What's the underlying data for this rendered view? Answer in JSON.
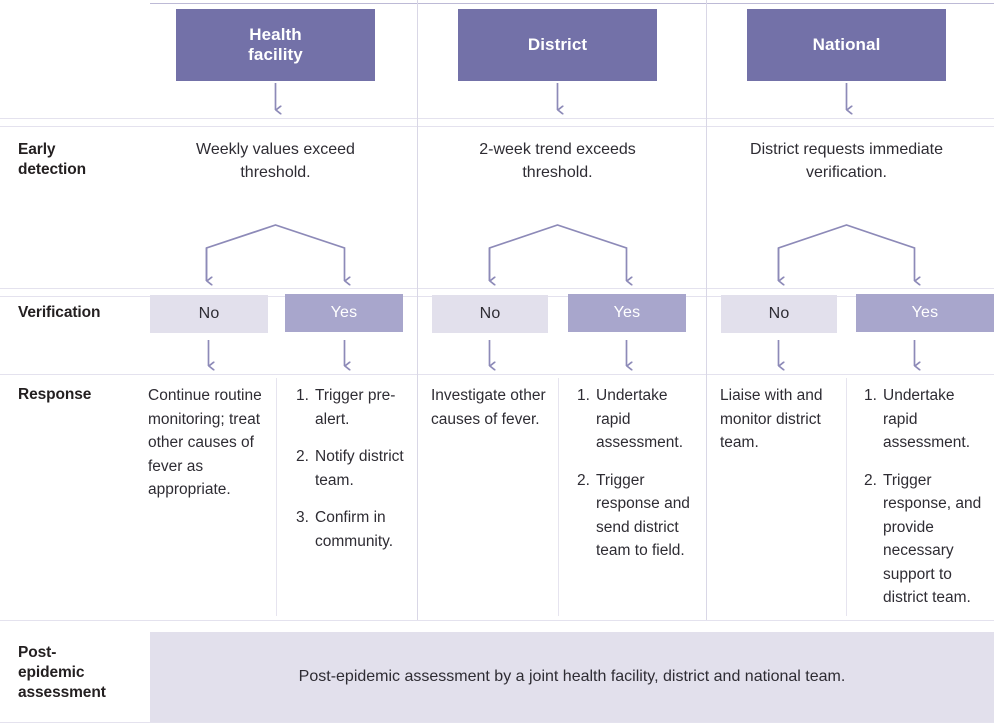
{
  "colors": {
    "header_purple": "#7371a8",
    "yes_purple": "#a8a6cc",
    "no_lavender": "#e2e0ec",
    "band_lavender": "#e2e0ec",
    "arrow_purple": "#8d8ab8",
    "divider": "#e4e2ee",
    "text": "#2e2c33"
  },
  "columns": [
    {
      "key": "health_facility",
      "header": "Health\nfacility"
    },
    {
      "key": "district",
      "header": "District"
    },
    {
      "key": "national",
      "header": "National"
    }
  ],
  "rows": {
    "early_detection": {
      "label": "Early\ndetection",
      "cells": [
        "Weekly values exceed threshold.",
        "2-week trend exceeds threshold.",
        "District requests immediate verification."
      ]
    },
    "verification": {
      "label": "Verification",
      "branches": [
        {
          "no": "No",
          "yes": "Yes"
        },
        {
          "no": "No",
          "yes": "Yes"
        },
        {
          "no": "No",
          "yes": "Yes"
        }
      ]
    },
    "response": {
      "label": "Response",
      "cells": [
        {
          "no_text": "Continue routine monitoring; treat other causes of fever as appropriate.",
          "yes_steps": [
            "Trigger pre-alert.",
            "Notify district team.",
            "Confirm in community."
          ]
        },
        {
          "no_text": "Investigate other causes of fever.",
          "yes_steps": [
            "Undertake rapid assessment.",
            "Trigger response and send district team to field."
          ]
        },
        {
          "no_text": "Liaise with and monitor district team.",
          "yes_steps": [
            "Undertake rapid assessment.",
            "Trigger response, and provide necessary support to district team."
          ]
        }
      ]
    },
    "post_epidemic": {
      "label": "Post-\nepidemic\nassessment",
      "text": "Post-epidemic assessment by a joint health facility, district and national team."
    }
  }
}
